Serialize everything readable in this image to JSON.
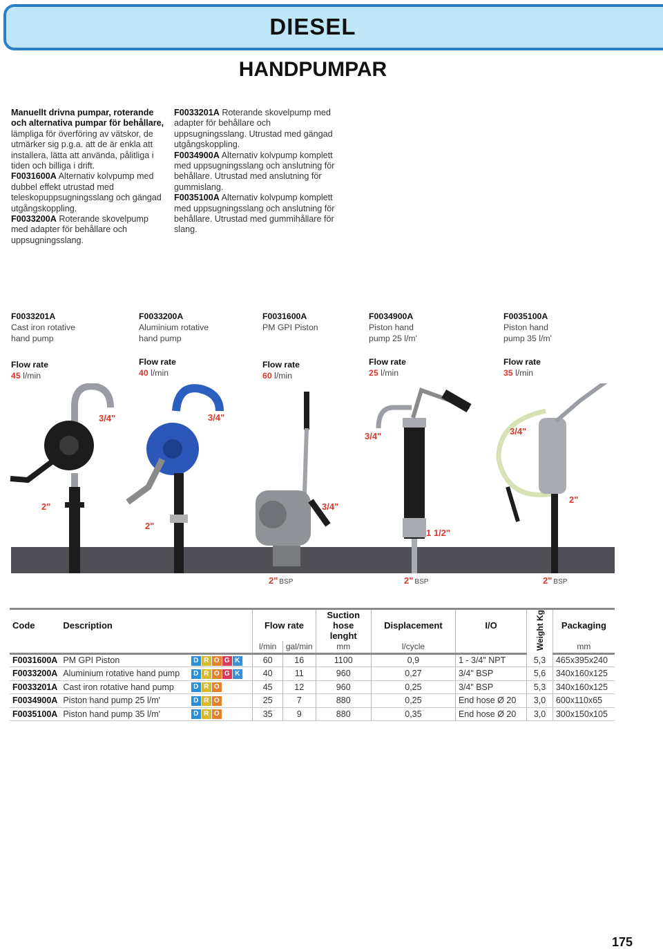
{
  "header": {
    "title": "DIESEL",
    "subtitle": "HANDPUMPAR"
  },
  "intro_left": {
    "bold": "Manuellt drivna pumpar, roterande och alternativa pumpar för behållare,",
    "text": " lämpliga för överföring av vätskor, de utmärker sig p.g.a. att de är enkla att installera, lätta att använda, pålitliga i tiden och billiga i drift.",
    "items": [
      {
        "code": "F0031600A",
        "text": " Alternativ kolvpump med dubbel effekt utrustad med teleskopuppsugningsslang och gängad utgångskoppling."
      },
      {
        "code": "F0033200A",
        "text": " Roterande skovelpump med adapter för behållare och uppsugningsslang."
      }
    ]
  },
  "intro_right": {
    "items": [
      {
        "code": "F0033201A",
        "text": " Roterande skovelpump med adapter för behållare och uppsugningsslang. Utrustad med gängad utgångskoppling."
      },
      {
        "code": "F0034900A",
        "text": " Alternativ kolvpump komplett med uppsugningsslang och anslutning för behållare. Utrustad med anslutning för gummislang."
      },
      {
        "code": "F0035100A",
        "text": " Alternativ kolvpump komplett med uppsugningsslang och anslutning för behållare. Utrustad med gummihållare för slang."
      }
    ]
  },
  "products": [
    {
      "code": "F0033201A",
      "name": "Cast iron rotative\nhand pump",
      "flow_label": "Flow rate",
      "flow": "45",
      "unit": "l/min"
    },
    {
      "code": "F0033200A",
      "name": "Aluminium rotative\nhand pump",
      "flow_label": "Flow rate",
      "flow": "40",
      "unit": "l/min"
    },
    {
      "code": "F0031600A",
      "name": "PM GPI Piston",
      "flow_label": "Flow rate",
      "flow": "60",
      "unit": "l/min"
    },
    {
      "code": "F0034900A",
      "name": "Piston hand\npump 25 l/m'",
      "flow_label": "Flow rate",
      "flow": "25",
      "unit": "l/min"
    },
    {
      "code": "F0035100A",
      "name": "Piston hand\npump 35 l/m'",
      "flow_label": "Flow rate",
      "flow": "35",
      "unit": "l/min"
    }
  ],
  "photo_labels": {
    "p1_out": "3/4\"",
    "p1_in": "2\"",
    "p2_out": "3/4\"",
    "p2_in": "2\"",
    "p3_out": "3/4\"",
    "p3_in": "2\"",
    "p3_in_suffix": "BSP",
    "p4_out": "3/4\"",
    "p4_mid": "1 1/2\"",
    "p4_in": "2\"",
    "p4_in_suffix": "BSP",
    "p5_out": "3/4\"",
    "p5_mid": "2\"",
    "p5_in": "2\"",
    "p5_in_suffix": "BSP"
  },
  "table": {
    "headers": {
      "code": "Code",
      "description": "Description",
      "flow": "Flow rate",
      "suction": "Suction hose lenght",
      "displacement": "Displacement",
      "io": "I/O",
      "weight": "Weight",
      "packaging": "Packaging"
    },
    "units": {
      "lmin": "l/min",
      "galmin": "gal/min",
      "suction": "mm",
      "displacement": "l/cycle",
      "weight": "Kg",
      "packaging": "mm"
    },
    "rows": [
      {
        "code": "F0031600A",
        "desc": "PM GPI Piston",
        "badges": [
          "D",
          "R",
          "O",
          "G",
          "K"
        ],
        "lmin": "60",
        "galmin": "16",
        "suction": "1100",
        "disp": "0,9",
        "io": "1 - 3/4\" NPT",
        "weight": "5,3",
        "pack": "465x395x240"
      },
      {
        "code": "F0033200A",
        "desc": "Aluminium rotative hand pump",
        "badges": [
          "D",
          "R",
          "O",
          "G",
          "K"
        ],
        "lmin": "40",
        "galmin": "11",
        "suction": "960",
        "disp": "0,27",
        "io": "3/4\" BSP",
        "weight": "5,6",
        "pack": "340x160x125"
      },
      {
        "code": "F0033201A",
        "desc": "Cast iron rotative hand pump",
        "badges": [
          "D",
          "R",
          "O"
        ],
        "lmin": "45",
        "galmin": "12",
        "suction": "960",
        "disp": "0,25",
        "io": "3/4\" BSP",
        "weight": "5,3",
        "pack": "340x160x125"
      },
      {
        "code": "F0034900A",
        "desc": "Piston hand pump 25 l/m'",
        "badges": [
          "D",
          "R",
          "O"
        ],
        "lmin": "25",
        "galmin": "7",
        "suction": "880",
        "disp": "0,25",
        "io": "End hose Ø 20",
        "weight": "3,0",
        "pack": "600x110x65"
      },
      {
        "code": "F0035100A",
        "desc": "Piston hand pump 35 l/m'",
        "badges": [
          "D",
          "R",
          "O"
        ],
        "lmin": "35",
        "galmin": "9",
        "suction": "880",
        "disp": "0,35",
        "io": "End hose Ø 20",
        "weight": "3,0",
        "pack": "300x150x105"
      }
    ]
  },
  "page_number": "175"
}
